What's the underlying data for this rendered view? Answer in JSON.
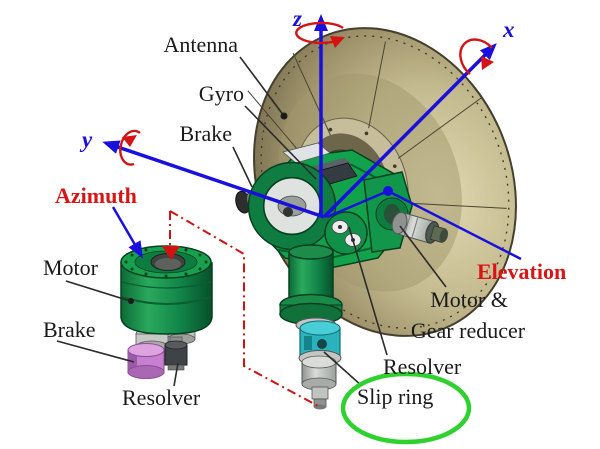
{
  "figure": {
    "type": "antenna-pedestal-mechanism-diagram",
    "labels": {
      "antenna": "Antenna",
      "gyro": "Gyro",
      "brake_elevation": "Brake",
      "azimuth": "Azimuth",
      "motor_azimuth": "Motor",
      "brake_azimuth": "Brake",
      "resolver_azimuth": "Resolver",
      "elevation": "Elevation",
      "motor_gear_line1": "Motor &",
      "motor_gear_line2": "Gear reducer",
      "resolver_elevation": "Resolver",
      "slip_ring": "Slip ring"
    },
    "axes": {
      "x": "x",
      "y": "y",
      "z": "z"
    },
    "colors": {
      "axis_blue": "#1a10dd",
      "callout_red": "#d41414",
      "label_red": "#d81414",
      "machine_green": "#12a24c",
      "pedestal_green": "#177f44",
      "brake_pink": "#c77fd0",
      "resolver_teal": "#2ab3bd",
      "dish_khaki": "#c4ba8f",
      "slip_ring_highlight_green": "#2ed12e",
      "label_black": "#1a1a1a",
      "background": "#ffffff"
    }
  }
}
